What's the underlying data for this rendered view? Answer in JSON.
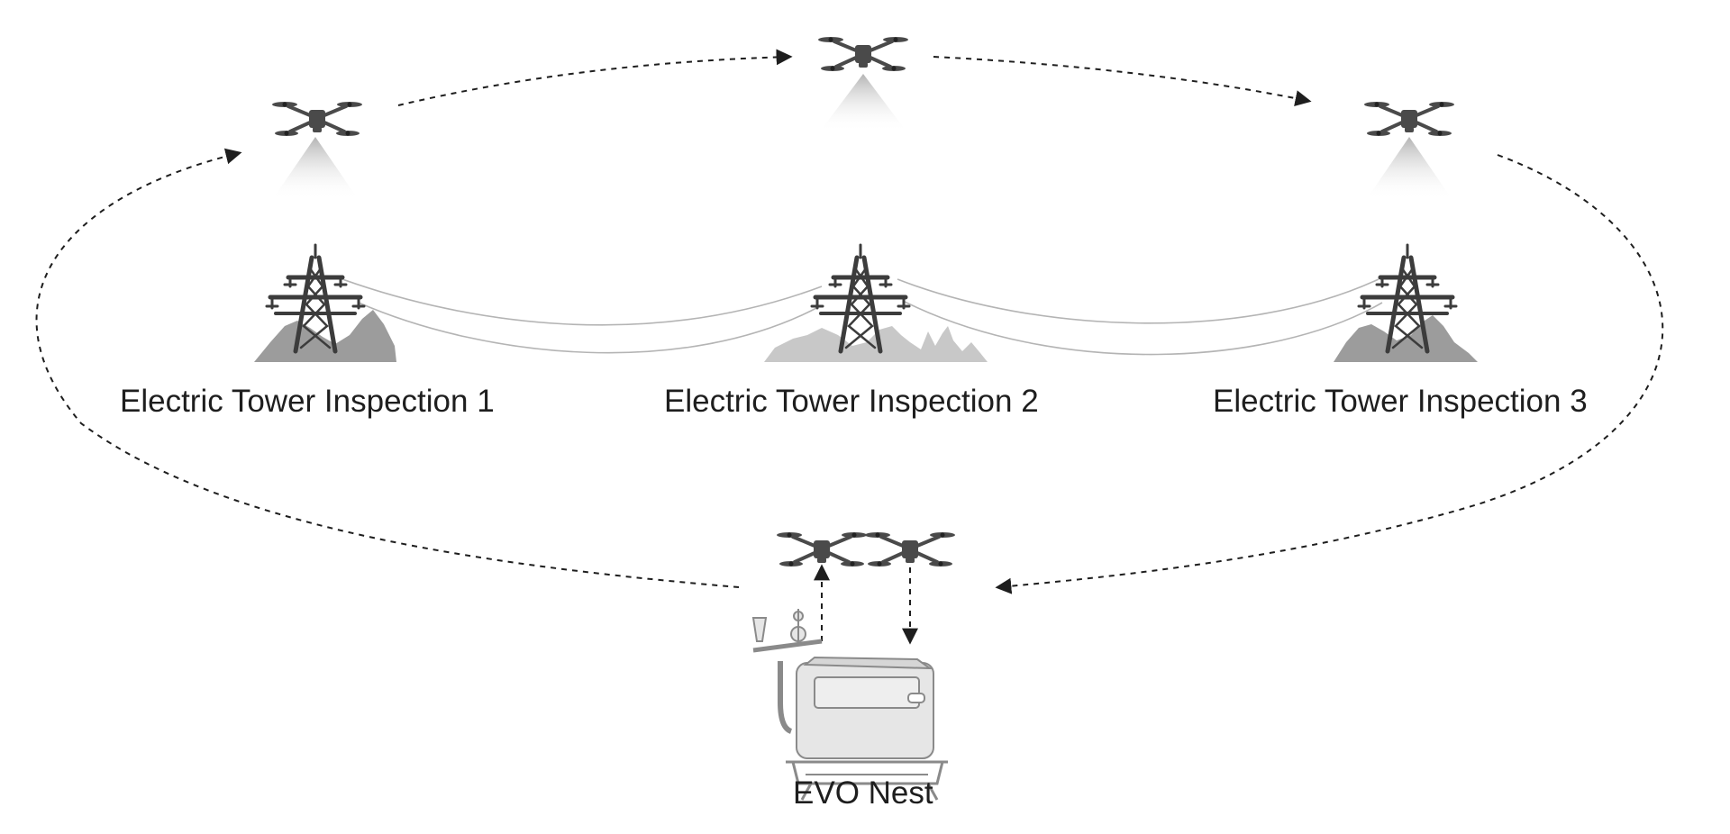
{
  "labels": {
    "tower_1": "Electric Tower Inspection 1",
    "tower_2": "Electric Tower Inspection 2",
    "tower_3": "Electric Tower Inspection 3",
    "nest": "EVO Nest"
  },
  "colors": {
    "ink": "#1e1e1e",
    "drone": "#4a4a4a",
    "tower": "#3c3c3c",
    "mountain_dark": "#9c9c9c",
    "mountain_light": "#c8c8c8",
    "wire": "#b4b4b4",
    "nest_fill": "#e6e6e6",
    "nest_stroke": "#8a8a8a"
  },
  "icons": {
    "drone": "drone-icon",
    "tower": "power-tower-icon",
    "mountain": "mountain-icon",
    "nest": "docking-station-icon",
    "arrow": "dashed-arrow"
  }
}
